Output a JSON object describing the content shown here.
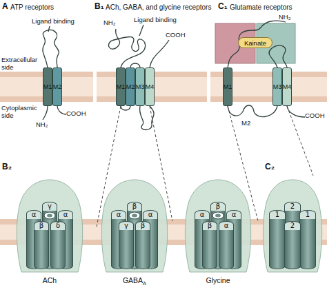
{
  "diagram": {
    "nodes": [
      {
        "text": [
          "M1"
        ]
      },
      {
        "text": [
          "M2"
        ]
      },
      {
        "text": [
          "M1"
        ]
      },
      {
        "text": [
          "M2"
        ]
      },
      {
        "text": [
          "M3"
        ]
      },
      {
        "text": [
          "M4"
        ]
      },
      {
        "text": [
          "Kainate"
        ]
      },
      {
        "text": [
          "M1"
        ]
      },
      {
        "text": [
          "M3"
        ]
      },
      {
        "text": [
          "M4"
        ]
      },
      {
        "text": [
          "ACh"
        ]
      },
      {
        "text": [
          "γ"
        ],
        "in": 10
      },
      {
        "text": [
          "α"
        ],
        "in": 10
      },
      {
        "text": [
          "α"
        ],
        "in": 10
      },
      {
        "text": [
          "β"
        ],
        "in": 10
      },
      {
        "text": [
          "δ"
        ],
        "in": 10
      },
      {
        "text": [
          "GABA",
          "A"
        ]
      },
      {
        "text": [
          "β"
        ],
        "in": 16
      },
      {
        "text": [
          "α"
        ],
        "in": 16
      },
      {
        "text": [
          "α"
        ],
        "in": 16
      },
      {
        "text": [
          "γ"
        ],
        "in": 16
      },
      {
        "text": [
          "β"
        ],
        "in": 16
      },
      {
        "text": [
          "Glycine"
        ]
      },
      {
        "text": [
          "β"
        ],
        "in": 22
      },
      {
        "text": [
          "α"
        ],
        "in": 22
      },
      {
        "text": [
          "α"
        ],
        "in": 22
      },
      {
        "text": [
          "β"
        ],
        "in": 22
      },
      {
        "text": [
          "α"
        ],
        "in": 22
      },
      {
        "text": [
          "C₂"
        ]
      },
      {
        "text": [
          "2"
        ],
        "in": 28
      },
      {
        "text": [
          "1"
        ],
        "in": 28
      },
      {
        "text": [
          "1"
        ],
        "in": 28
      },
      {
        "text": [
          "2"
        ],
        "in": 28
      }
    ],
    "edges": [
      {
        "from": 2,
        "to": 16,
        "arrow": "none"
      },
      {
        "from": 5,
        "to": 16,
        "arrow": "none"
      },
      {
        "from": 7,
        "to": 28,
        "arrow": "none"
      },
      {
        "from": 9,
        "to": 28,
        "arrow": "none"
      }
    ],
    "labels": [
      "A",
      "ATP receptors",
      "B₁",
      "ACh, GABA, and glycine receptors",
      "C₁",
      "Glutamate receptors",
      "Ligand binding",
      "Extracellular side",
      "Cytoplasmic side",
      "NH₂",
      "COOH",
      "NH₂",
      "Ligand binding",
      "COOH",
      "NH₂",
      "M2",
      "COOH",
      "B₂"
    ]
  }
}
